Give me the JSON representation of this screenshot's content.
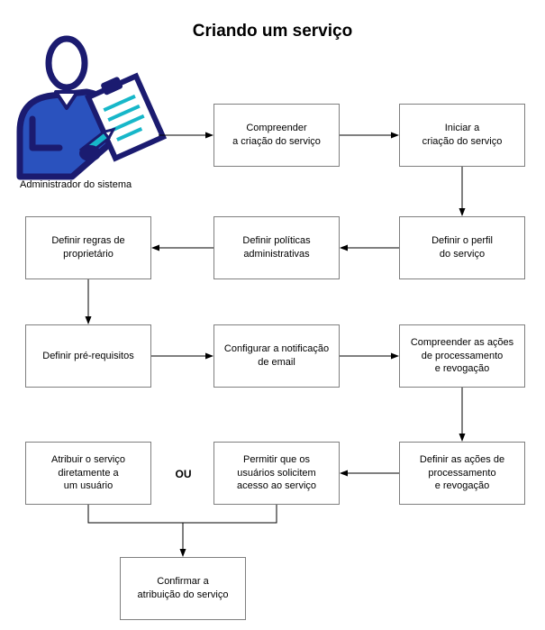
{
  "title": "Criando um serviço",
  "actor": {
    "caption": "Administrador do sistema"
  },
  "connector_label": "OU",
  "nodes": [
    {
      "id": "compreender-criacao",
      "label": "Compreender\na criação do serviço"
    },
    {
      "id": "iniciar-criacao",
      "label": "Iniciar a\ncriação do serviço"
    },
    {
      "id": "definir-perfil",
      "label": "Definir o perfil\ndo serviço"
    },
    {
      "id": "definir-politicas",
      "label": "Definir políticas\nadministrativas"
    },
    {
      "id": "definir-regras",
      "label": "Definir regras de\nproprietário"
    },
    {
      "id": "definir-pre-requisitos",
      "label": "Definir pré-requisitos"
    },
    {
      "id": "configurar-notificacao",
      "label": "Configurar a notificação\nde email"
    },
    {
      "id": "compreender-acoes",
      "label": "Compreender as ações\nde processamento\ne revogação"
    },
    {
      "id": "definir-acoes",
      "label": "Definir as ações de\nprocessamento\ne revogação"
    },
    {
      "id": "permitir-usuarios",
      "label": "Permitir que os\nusuários solicitem\nacesso ao serviço"
    },
    {
      "id": "atribuir-servico",
      "label": "Atribuir o serviço\ndiretamente a\num usuário"
    },
    {
      "id": "confirmar-atribuicao",
      "label": "Confirmar a\natribuição do serviço"
    }
  ],
  "colors": {
    "box_border": "#7f7f7f",
    "arrow": "#000000",
    "figure_outline": "#1b1b70",
    "figure_shirt": "#2a52be",
    "figure_accent": "#17b7c9"
  }
}
